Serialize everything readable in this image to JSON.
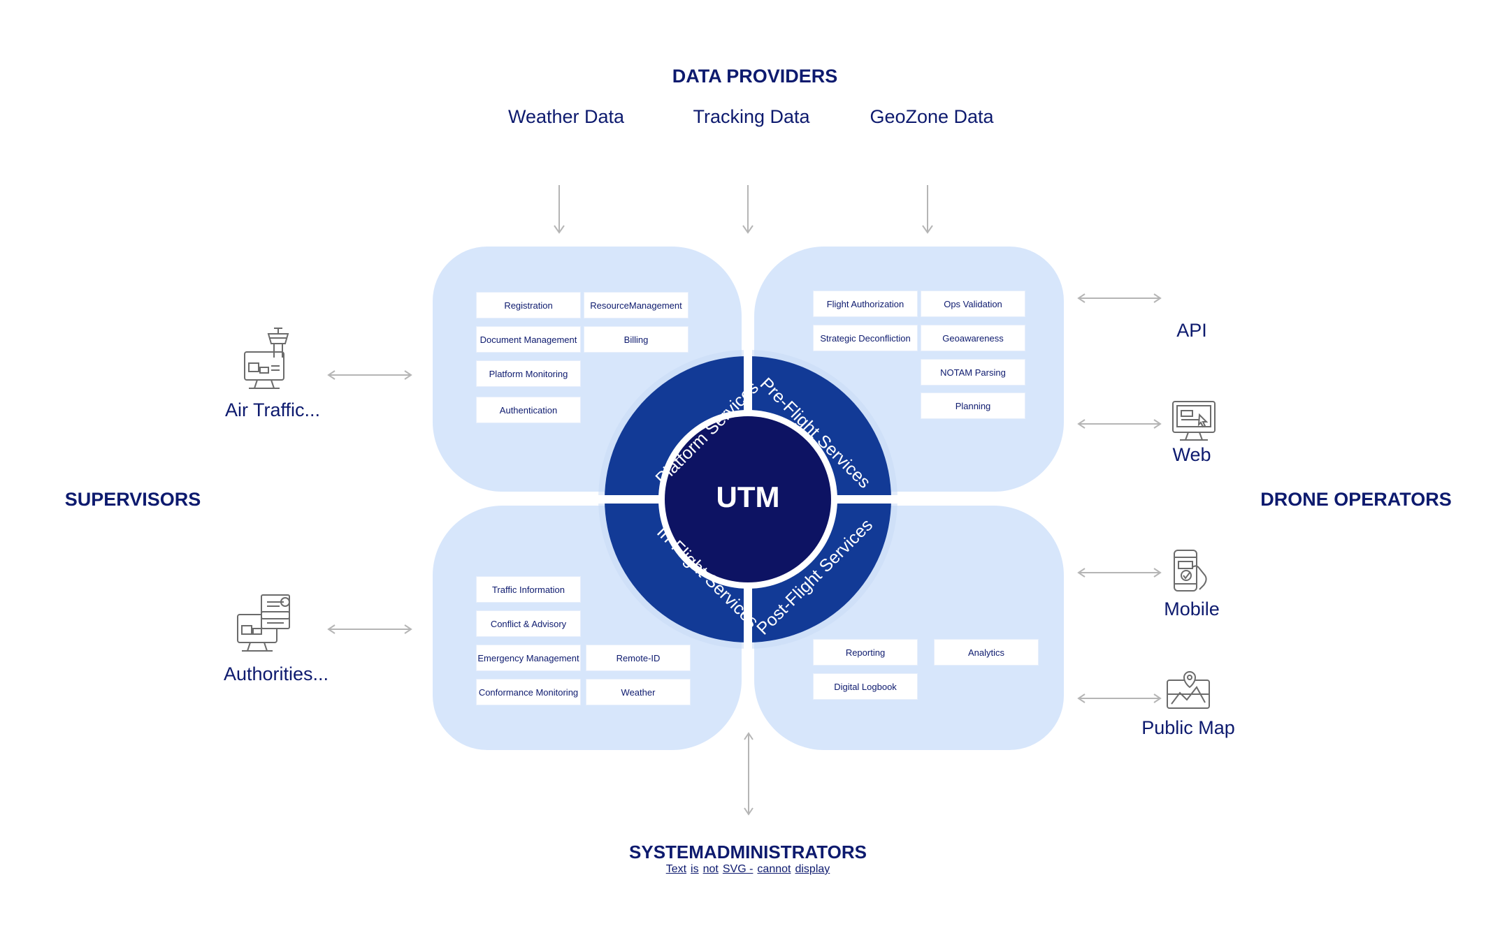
{
  "data_providers": {
    "title": "DATA PROVIDERS",
    "items": [
      "Weather Data",
      "Tracking Data",
      "GeoZone Data"
    ]
  },
  "supervisors": {
    "title": "SUPERVISORS",
    "items": [
      {
        "label": "Air Traffic...",
        "icon": "air-traffic-control-tower-icon"
      },
      {
        "label": "Authorities...",
        "icon": "authorities-allowed-icon"
      }
    ]
  },
  "drone_operators": {
    "title": "DRONE OPERATORS",
    "items": [
      {
        "label": "API",
        "icon": ""
      },
      {
        "label": "Web",
        "icon": "desktop-monitor-icon"
      },
      {
        "label": "Mobile",
        "icon": "mobile-phone-icon"
      },
      {
        "label": "Public Map",
        "icon": "map-icon"
      }
    ]
  },
  "system_admins": {
    "title": "SYSTEMADMINISTRATORS",
    "note_words": [
      "Text",
      "is",
      "not",
      "SVG -",
      "cannot",
      "display"
    ]
  },
  "core": {
    "label": "UTM",
    "ring_labels": [
      "Platform Services",
      "Pre-Flight Services",
      "In-Flight Services",
      "Post-Flight Services"
    ]
  },
  "quadrants": {
    "platform": [
      "Registration",
      "ResourceManagement",
      "Document Management",
      "Billing",
      "Platform Monitoring",
      "Authentication"
    ],
    "preflight": [
      "Flight Authorization",
      "Ops Validation",
      "Strategic Deconfliction",
      "Geoawareness",
      "NOTAM Parsing",
      "Planning"
    ],
    "inflight": [
      "Traffic Information",
      "Conflict & Advisory",
      "Emergency Management",
      "Remote-ID",
      "Conformance Monitoring",
      "Weather"
    ],
    "postflight": [
      "Reporting",
      "Analytics",
      "Digital Logbook"
    ]
  },
  "colors": {
    "navy": "#0d1a6e",
    "ring": "#123a96",
    "quadrant": "#d7e6fb",
    "arrow": "#b5b5b5"
  }
}
